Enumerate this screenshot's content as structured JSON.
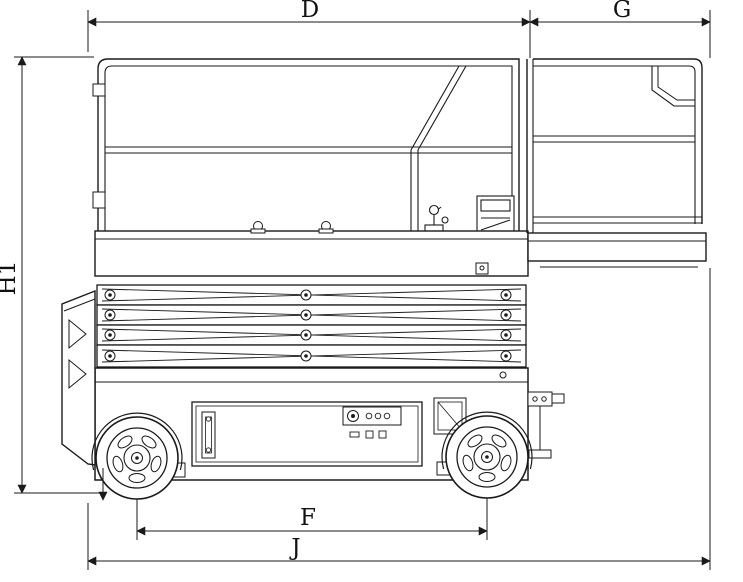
{
  "diagram": {
    "subject": "scissor-lift-side-view-dimension-drawing",
    "labels": {
      "d": "D",
      "g": "G",
      "h1": "H1",
      "f": "F",
      "j": "J"
    },
    "colors": {
      "line": "#1a1a1a",
      "background": "#ffffff"
    }
  }
}
